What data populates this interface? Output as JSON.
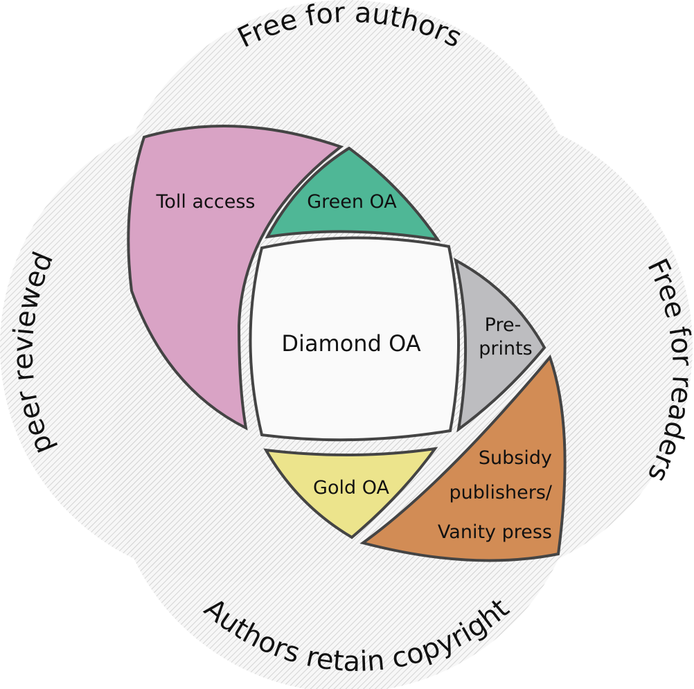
{
  "circles": {
    "top": "Free for authors",
    "right": "Free for readers",
    "bottom": "Authors retain copyright",
    "left": "peer reviewed"
  },
  "regions": {
    "toll_access": {
      "label": "Toll access",
      "color": "#d9a3c5"
    },
    "green_oa": {
      "label": "Green OA",
      "color": "#4fb796"
    },
    "diamond_oa": {
      "label": "Diamond OA",
      "color": "#fafafa"
    },
    "preprints": {
      "line1": "Pre-",
      "line2": "prints",
      "color": "#bdbdc0"
    },
    "gold_oa": {
      "label": "Gold OA",
      "color": "#ece48c"
    },
    "subsidy": {
      "line1": "Subsidy",
      "line2": "publishers/",
      "line3": "Vanity press",
      "color": "#d28c55"
    }
  },
  "colors": {
    "circle_fill": "#eeeeee",
    "outline": "#444444"
  }
}
